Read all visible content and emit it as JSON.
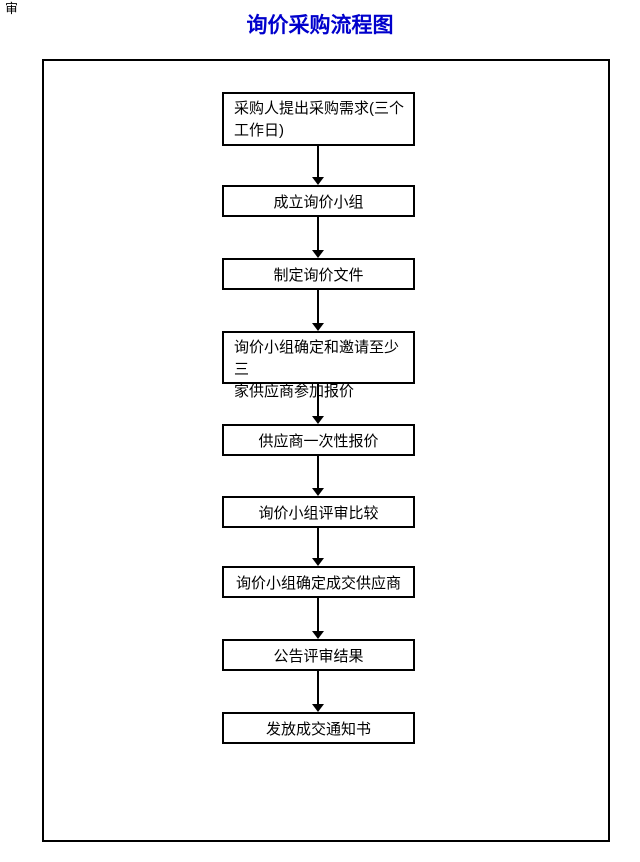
{
  "page": {
    "corner_label": "审",
    "title": "询价采购流程图",
    "title_color": "#0000CC",
    "border_color": "#000000",
    "background_color": "#FFFFFF"
  },
  "flow": {
    "steps": [
      {
        "label": "采购人提出采购需求(三个\n工作日)"
      },
      {
        "label": "成立询价小组"
      },
      {
        "label": "制定询价文件"
      },
      {
        "label": "询价小组确定和邀请至少三\n家供应商参加报价"
      },
      {
        "label": "供应商一次性报价"
      },
      {
        "label": "询价小组评审比较"
      },
      {
        "label": "询价小组确定成交供应商"
      },
      {
        "label": "公告评审结果"
      },
      {
        "label": "发放成交通知书"
      }
    ]
  }
}
